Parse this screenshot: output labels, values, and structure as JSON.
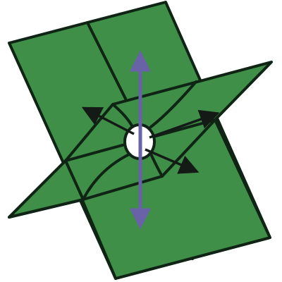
{
  "colors": {
    "background": "#ffffff",
    "plane_fill": "#3f8f48",
    "outline": "#0f2414",
    "arrow_dark": "#141a16",
    "arrow_purple": "#6a62a8",
    "hole_fill": "#ffffff"
  },
  "diagram": {
    "elements": [
      {
        "name": "vertical-plane",
        "kind": "plane"
      },
      {
        "name": "horizontal-plane",
        "kind": "plane"
      },
      {
        "name": "intersection-line",
        "kind": "line"
      },
      {
        "name": "neck-curves",
        "kind": "curves"
      },
      {
        "name": "center-hole",
        "kind": "hole"
      },
      {
        "name": "vertical-arrow",
        "kind": "double-arrow"
      },
      {
        "name": "diagonal-arrows",
        "kind": "arrows"
      }
    ]
  }
}
